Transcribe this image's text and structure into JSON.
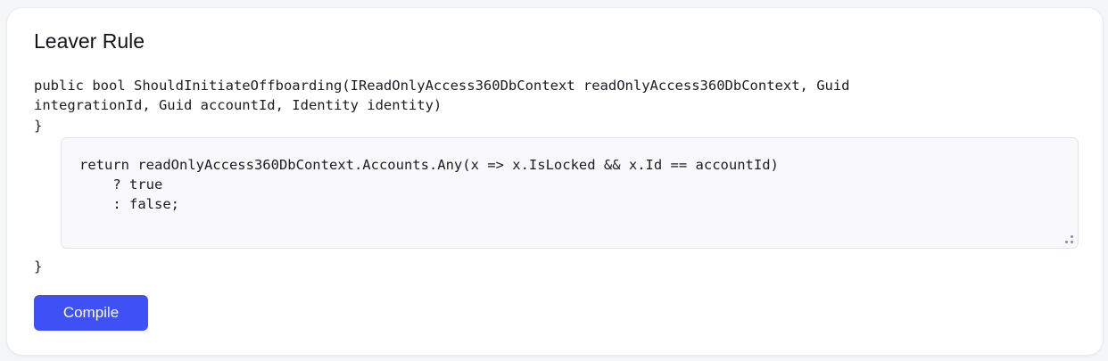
{
  "card": {
    "title": "Leaver Rule",
    "signature_line1": "public bool ShouldInitiateOffboarding(IReadOnlyAccess360DbContext readOnlyAccess360DbContext, Guid",
    "signature_line2": "integrationId, Guid accountId, Identity identity)",
    "closing_brace_top": "}",
    "editor_value": "return readOnlyAccess360DbContext.Accounts.Any(x => x.IsLocked && x.Id == accountId)\n    ? true\n    : false;",
    "closing_brace_bottom": "}",
    "compile_label": "Compile"
  },
  "colors": {
    "button": "#3f51f5",
    "editor_bg": "#f9f9fb"
  }
}
